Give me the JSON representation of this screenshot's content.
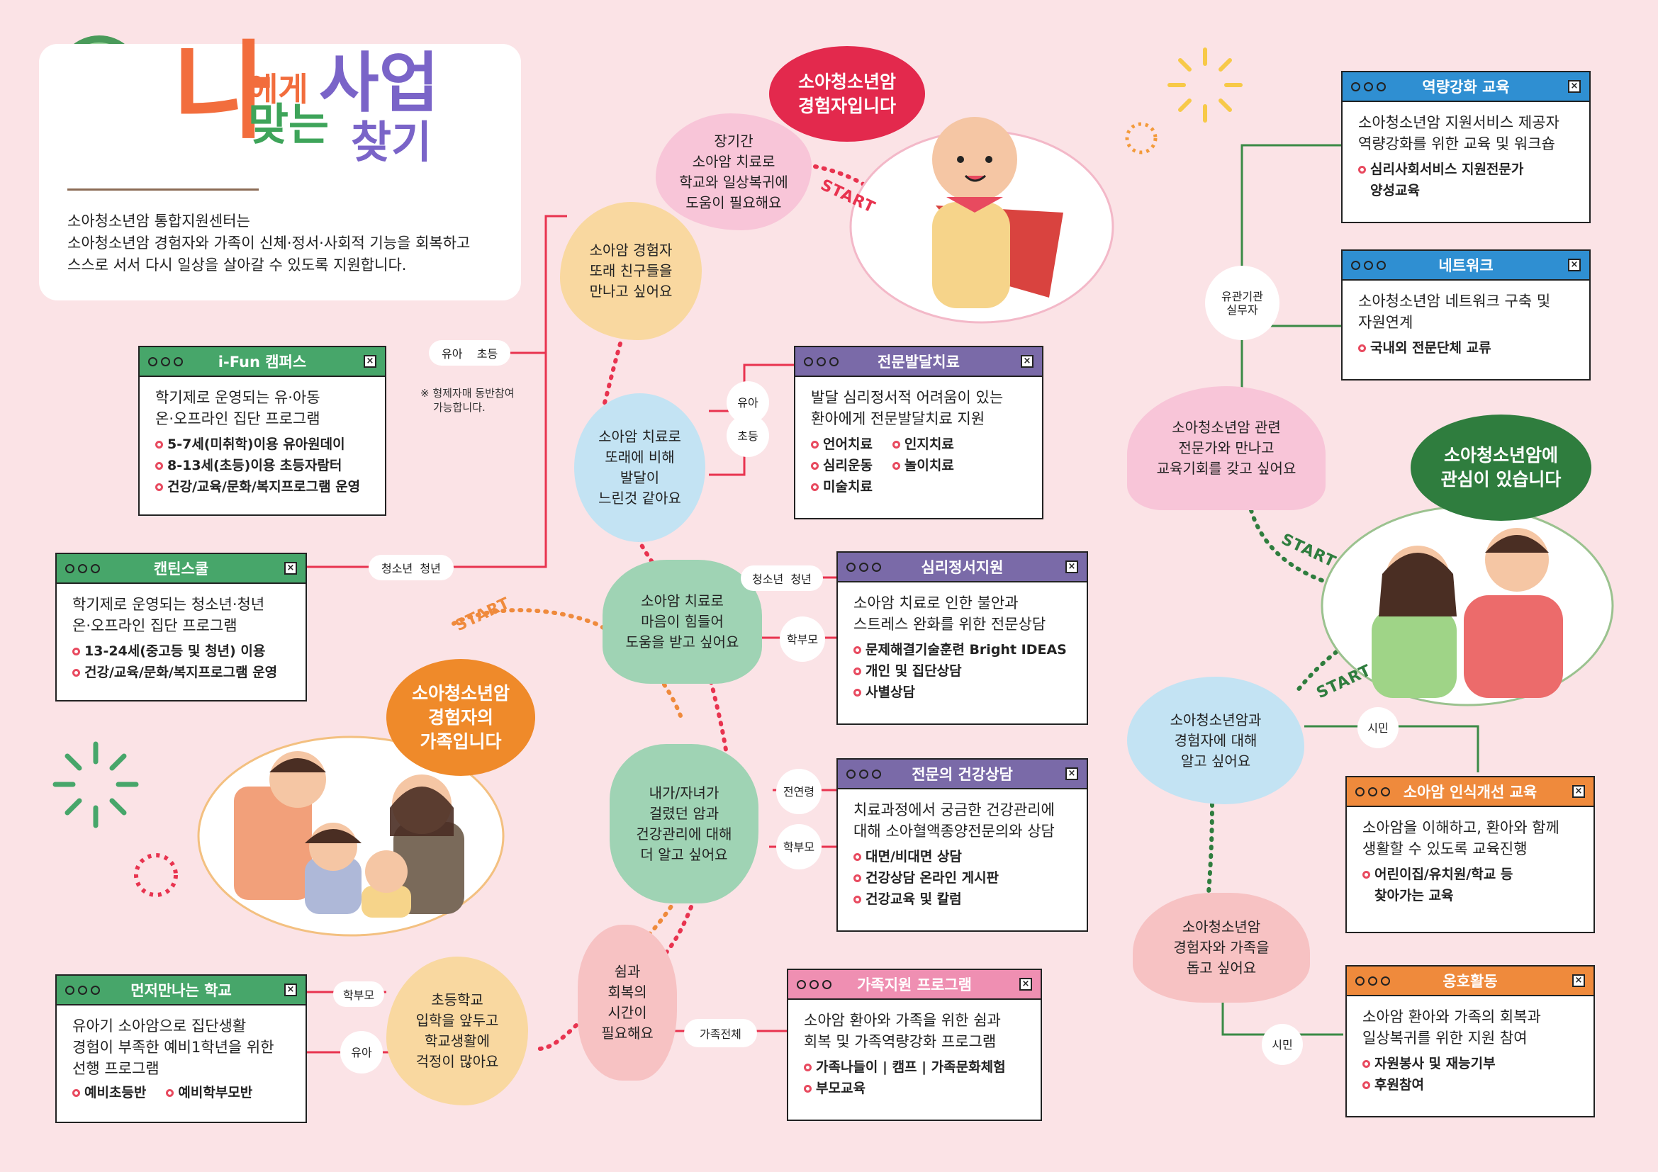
{
  "title": {
    "na": "나",
    "ege": "에게",
    "saeop": "사업",
    "matneun": "맞는",
    "chatgi": "찾기"
  },
  "intro": {
    "line1": "소아청소년암 통합지원센터는",
    "line2": "소아청소년암 경험자와 가족이 신체·정서·사회적 기능을 회복하고",
    "line3": "스스로 서서 다시 일상을 살아갈 수 있도록 지원합니다."
  },
  "speech": {
    "survivor": [
      "소아청소년암",
      "경험자입니다"
    ],
    "family": [
      "소아청소년암",
      "경험자의",
      "가족입니다"
    ],
    "interest": [
      "소아청소년암에",
      "관심이 있습니다"
    ]
  },
  "start": "START",
  "note": [
    "※ 형제자매 동반참여",
    "가능합니다."
  ],
  "bubbles": {
    "long_term": [
      "장기간",
      "소아암 치료로",
      "학교와 일상복귀에",
      "도움이 필요해요"
    ],
    "friends": [
      "소아암 경험자",
      "또래 친구들을",
      "만나고 싶어요"
    ],
    "development": [
      "소아암 치료로",
      "또래에 비해",
      "발달이",
      "느린것 같아요"
    ],
    "mind": [
      "소아암 치료로",
      "마음이 힘들어",
      "도움을 받고 싶어요"
    ],
    "health": [
      "내가/자녀가",
      "걸렸던 암과",
      "건강관리에 대해",
      "더 알고 싶어요"
    ],
    "rest": [
      "쉼과",
      "회복의",
      "시간이",
      "필요해요"
    ],
    "school": [
      "초등학교",
      "입학을 앞두고",
      "학교생활에",
      "걱정이 많아요"
    ],
    "experts": [
      "소아청소년암 관련",
      "전문가와 만나고",
      "교육기회를 갖고 싶어요"
    ],
    "know": [
      "소아청소년암과",
      "경험자에 대해",
      "알고 싶어요"
    ],
    "help": [
      "소아청소년암",
      "경험자와 가족을",
      "돕고 싶어요"
    ]
  },
  "tags": {
    "yua": "유아",
    "chodeung": "초등",
    "cheongsonyeon": "청소년",
    "cheongnyeon": "청년",
    "hakbumo": "학부모",
    "jeonyeonryeong": "전연령",
    "gajokjeonche": "가족전체",
    "simin": "시민",
    "yugwan": [
      "유관기관",
      "실무자"
    ]
  },
  "programs": {
    "ifun": {
      "title": "i-Fun 캠퍼스",
      "desc": [
        "학기제로 운영되는 유·아동",
        "온·오프라인 집단 프로그램"
      ],
      "items": [
        "5-7세(미취학)이용 유아원데이",
        "8-13세(초등)이용 초등자람터",
        "건강/교육/문화/복지프로그램 운영"
      ]
    },
    "canteen": {
      "title": "캔틴스쿨",
      "desc": [
        "학기제로 운영되는 청소년·청년",
        "온·오프라인 집단 프로그램"
      ],
      "items": [
        "13-24세(중고등 및 청년) 이용",
        "건강/교육/문화/복지프로그램 운영"
      ]
    },
    "school": {
      "title": "먼저만나는 학교",
      "desc": [
        "유아기 소아암으로 집단생활",
        "경험이 부족한 예비1학년을 위한",
        "선행 프로그램"
      ],
      "items": [
        "예비초등반",
        "예비학부모반"
      ]
    },
    "devtherapy": {
      "title": "전문발달치료",
      "desc": [
        "발달 심리정서적 어려움이 있는",
        "환아에게 전문발달치료 지원"
      ],
      "items": [
        "언어치료",
        "인지치료",
        "심리운동",
        "놀이치료",
        "미술치료"
      ]
    },
    "emotion": {
      "title": "심리정서지원",
      "desc": [
        "소아암 치료로 인한 불안과",
        "스트레스 완화를 위한 전문상담"
      ],
      "items": [
        "문제해결기술훈련 Bright IDEAS",
        "개인 및 집단상담",
        "사별상담"
      ]
    },
    "healthcounsel": {
      "title": "전문의 건강상담",
      "desc": [
        "치료과정에서 궁금한 건강관리에",
        "대해 소아혈액종양전문의와 상담"
      ],
      "items": [
        "대면/비대면 상담",
        "건강상담 온라인 게시판",
        "건강교육 및 칼럼"
      ]
    },
    "family": {
      "title": "가족지원 프로그램",
      "desc": [
        "소아암 환아와 가족을 위한 쉼과",
        "회복 및 가족역량강화 프로그램"
      ],
      "items": [
        "가족나들이 | 캠프 | 가족문화체험",
        "부모교육"
      ]
    },
    "capacity": {
      "title": "역량강화 교육",
      "desc": [
        "소아청소년암 지원서비스 제공자",
        "역량강화를 위한 교육 및 워크숍"
      ],
      "items": [
        "심리사회서비스 지원전문가",
        "양성교육"
      ]
    },
    "network": {
      "title": "네트워크",
      "desc": [
        "소아청소년암 네트워크 구축 및",
        "자원연계"
      ],
      "items": [
        "국내외 전문단체 교류"
      ]
    },
    "awareness": {
      "title": "소아암 인식개선 교육",
      "desc": [
        "소아암을 이해하고, 환아와 함께",
        "생활할 수 있도록 교육진행"
      ],
      "items": [
        "어린이집/유치원/학교 등",
        "찾아가는 교육"
      ]
    },
    "advocacy": {
      "title": "옹호활동",
      "desc": [
        "소아암 환아와 가족의 회복과",
        "일상복귀를 위한 지원 참여"
      ],
      "items": [
        "자원봉사 및 재능기부",
        "후원참여"
      ]
    }
  },
  "colors": {
    "background": "#fbe3e6",
    "red": "#e8334f",
    "green": "#47a66a",
    "purple": "#7a6aa8",
    "blue": "#2f8fd2",
    "orange": "#ef8a3c",
    "pink": "#ef8fb2",
    "dark_green": "#2f7d3e"
  },
  "icons": {
    "logo": "magnifier-mascot-icon",
    "window_dots": "three-dots-icon",
    "window_close": "close-box-icon"
  }
}
